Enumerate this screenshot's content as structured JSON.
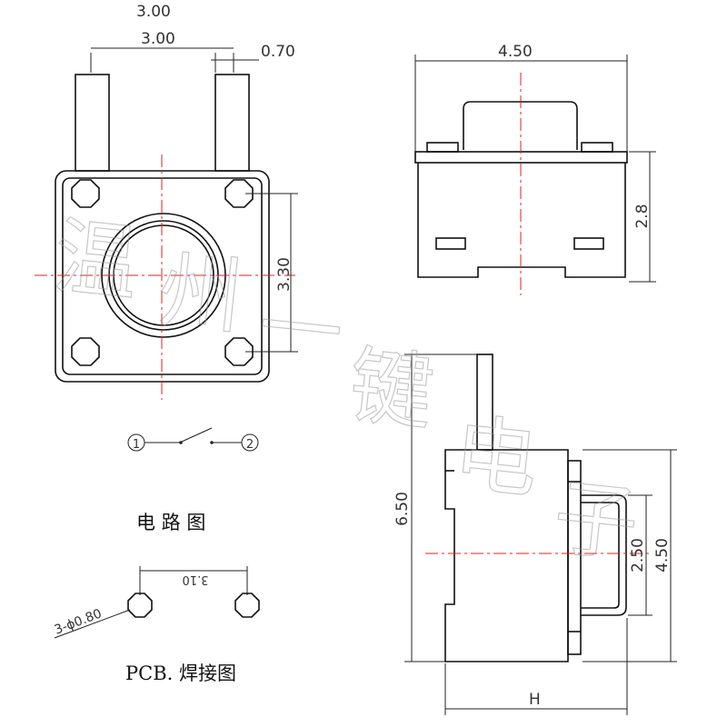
{
  "top_view": {
    "dim_top_cut": "3.00",
    "dim_pin_spacing": "3.00",
    "dim_pin_width": "0.70",
    "dim_hole_spacing": "3.30"
  },
  "front_view": {
    "dim_width": "4.50",
    "dim_height": "2.8"
  },
  "side_view": {
    "dim_total_height": "6.50",
    "dim_actuator": "2.50",
    "dim_body": "4.50",
    "dim_h": "H"
  },
  "circuit": {
    "pin1": "1",
    "pin2": "2",
    "caption": "电 路 图"
  },
  "pcb": {
    "dim_spacing": "3.10",
    "dim_holes": "3-ϕ0.80",
    "caption": "PCB. 焊接图"
  },
  "watermark": [
    "温",
    "州",
    "一",
    "键",
    "电",
    "子"
  ]
}
